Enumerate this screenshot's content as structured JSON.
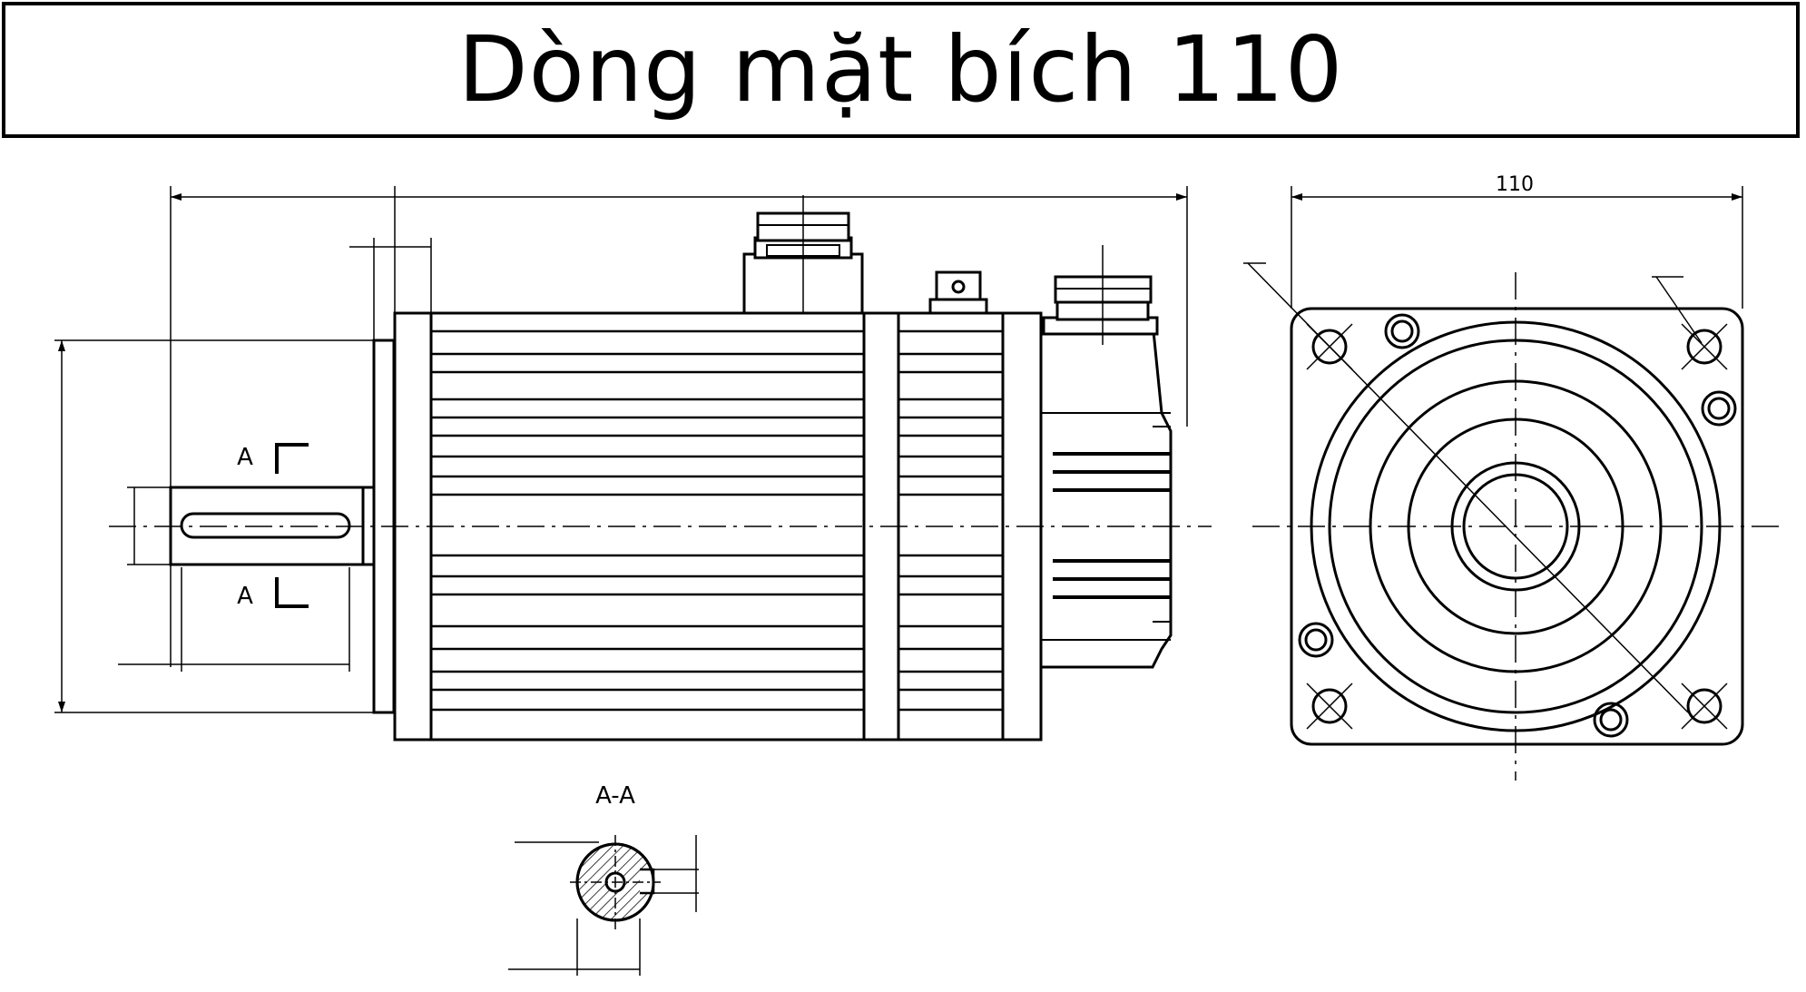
{
  "title": "Dòng mặt bích 110",
  "front_view": {
    "width_dim": "110"
  },
  "side_view": {
    "section_marker_top": "A",
    "section_marker_bottom": "A"
  },
  "section_view": {
    "label": "A-A"
  }
}
